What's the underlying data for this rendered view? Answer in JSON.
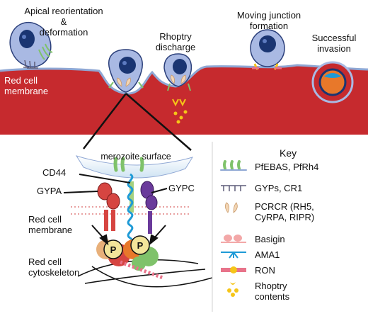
{
  "labels": {
    "apical": "Apical reorientation",
    "amp": "&",
    "deformation": "deformation",
    "rhoptry1": "Rhoptry",
    "rhoptry2": "discharge",
    "moving1": "Moving junction",
    "moving2": "formation",
    "success1": "Successful",
    "success2": "invasion",
    "rbc1": "Red cell",
    "rbc2": "membrane",
    "merozoite_surface": "merozoite surface",
    "cd44": "CD44",
    "gypa": "GYPA",
    "gypc": "GYPC",
    "rcm1": "Red cell",
    "rcm2": "membrane",
    "rcc1": "Red cell",
    "rcc2": "cytoskeleton",
    "p1": "P",
    "p2": "P"
  },
  "key": {
    "title": "Key",
    "items": [
      {
        "icon": "pfebas-icon",
        "lines": [
          "PfEBAS, PfRh4"
        ]
      },
      {
        "icon": "gyps-icon",
        "lines": [
          "GYPs, CR1"
        ]
      },
      {
        "icon": "pcrcr-icon",
        "lines": [
          "PCRCR (RH5,",
          "CyRPA, RIPR)"
        ]
      },
      {
        "icon": "basigin-icon",
        "lines": [
          "Basigin"
        ]
      },
      {
        "icon": "ama1-icon",
        "lines": [
          "AMA1"
        ]
      },
      {
        "icon": "ron-icon",
        "lines": [
          "RON"
        ]
      },
      {
        "icon": "rhoptry-contents-icon",
        "lines": [
          "Rhoptry",
          "contents"
        ]
      }
    ]
  },
  "colors": {
    "red_cell": "#c62a2e",
    "merozoite": "#a9b9e3",
    "nucleus": "#1a3572",
    "pfebas": "#7fc26a",
    "gyp": "#5d5c78",
    "basigin": "#f3a8a8",
    "ama1": "#1e9ad6",
    "ron": "#e8738a",
    "rhoptry": "#f5c518",
    "gypa": "#d64541",
    "gypc": "#6a3a9b",
    "cd44": "#a5d17f"
  }
}
